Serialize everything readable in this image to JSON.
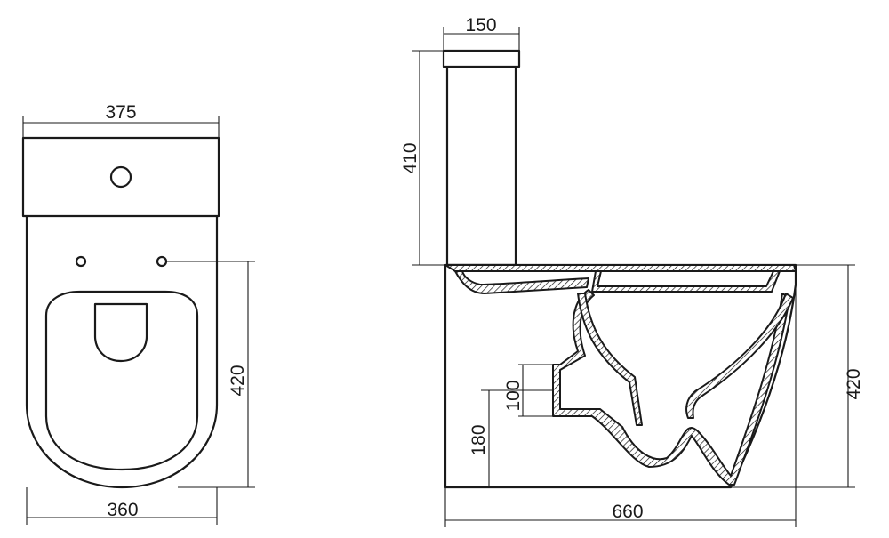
{
  "front_view": {
    "width_top": "375",
    "width_bottom": "360",
    "height": "420"
  },
  "side_view": {
    "tank_width": "150",
    "tank_height": "410",
    "outlet_height": "100",
    "outlet_elevation": "180",
    "bowl_height": "420",
    "length": "660"
  },
  "colors": {
    "line": "#1a1a1a",
    "background": "#ffffff"
  }
}
